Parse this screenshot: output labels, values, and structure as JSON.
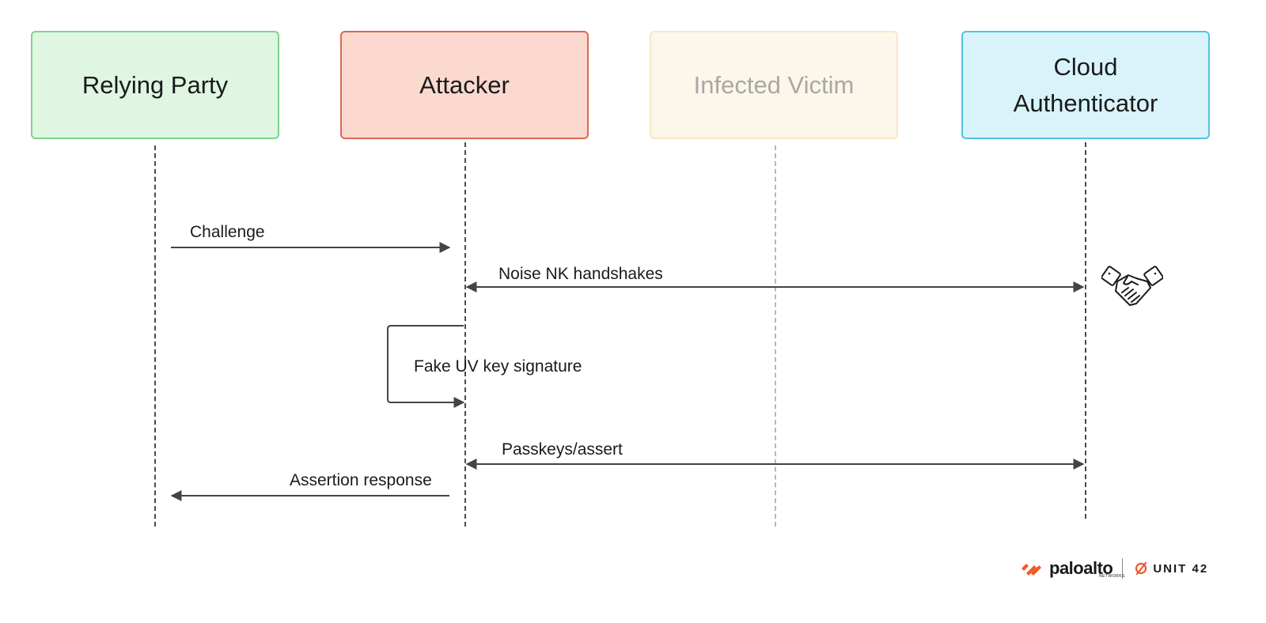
{
  "actors": [
    {
      "label": "Relying Party"
    },
    {
      "label": "Attacker"
    },
    {
      "label": "Infected Victim"
    },
    {
      "label": "Cloud\nAuthenticator"
    }
  ],
  "messages": [
    {
      "label": "Challenge",
      "from": "Relying Party",
      "to": "Attacker",
      "direction": "right"
    },
    {
      "label": "Noise NK handshakes",
      "from": "Attacker",
      "to": "Cloud\nAuthenticator",
      "direction": "both"
    },
    {
      "label": "Fake UV key signature",
      "from": "Attacker",
      "to": "Attacker",
      "direction": "self"
    },
    {
      "label": "Passkeys/assert",
      "from": "Attacker",
      "to": "Cloud\nAuthenticator",
      "direction": "both"
    },
    {
      "label": "Assertion response",
      "from": "Attacker",
      "to": "Relying Party",
      "direction": "left"
    }
  ],
  "icons": {
    "handshake": "handshake-icon",
    "brand_logo": "paloalto-logo",
    "unit_logo": "unit42-logo"
  },
  "logo": {
    "brand": "paloalto",
    "sub": "NETWORKS",
    "unit": "UNIT 42"
  },
  "colors": {
    "relying_party_fill": "#dff6e3",
    "relying_party_border": "#7fd38e",
    "attacker_fill": "#fcd9cf",
    "attacker_border": "#d96a52",
    "victim_fill": "#fdf6ea",
    "victim_border": "#f8e7c7",
    "authenticator_fill": "#d9f3fb",
    "authenticator_border": "#51c2e2",
    "brand_orange": "#f05a28"
  }
}
